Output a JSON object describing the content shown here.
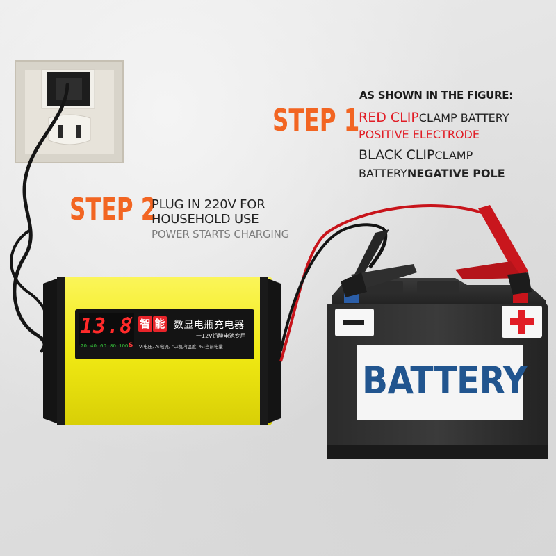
{
  "step1": {
    "heading": "AS SHOWN IN THE FIGURE:",
    "label": "STEP 1",
    "red_clip": "RED CLIP",
    "red_clip_rest": "CLAMP BATTERY",
    "positive": "POSITIVE ELECTRODE",
    "black_clip": "BLACK CLIP",
    "black_clip_rest": "CLAMP",
    "battery_word": "BATTERY",
    "negative": "NEGATIVE POLE"
  },
  "step2": {
    "label": "STEP 2",
    "line1": "PLUG IN 220V FOR",
    "line2": "HOUSEHOLD USE",
    "line3": "POWER STARTS CHARGING"
  },
  "charger": {
    "display_value": "13.8",
    "display_unit": "V",
    "percent_marks": [
      "20",
      "40",
      "60",
      "80",
      "100"
    ],
    "s_mark": "S",
    "badge": [
      "智",
      "能"
    ],
    "title": "数显电瓶充电器",
    "subtitle": "一12V铅酸电池专用",
    "legend": "V:电压, A:电流, ℃:机内温度, %:当前电量"
  },
  "battery": {
    "label": "BATTERY",
    "minus": "−",
    "plus": "+"
  },
  "colors": {
    "step_orange": "#f26522",
    "red_text": "#e11d26",
    "battery_blue": "#21558f",
    "charger_yellow": "#f4ee1c"
  }
}
